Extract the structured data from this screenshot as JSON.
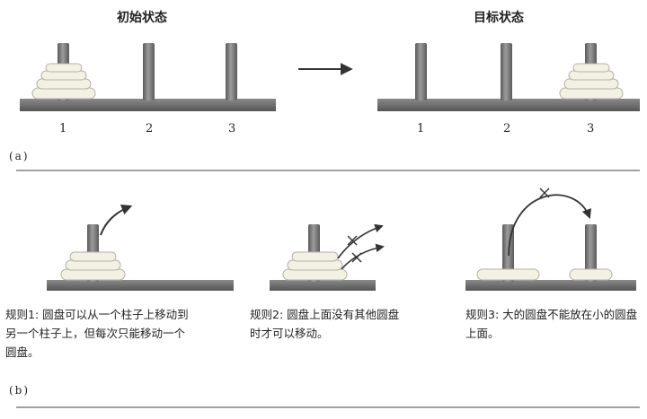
{
  "panel_a": {
    "initial_title": "初始状态",
    "target_title": "目标状态",
    "peg_numbers_left": [
      "1",
      "2",
      "3"
    ],
    "peg_numbers_right": [
      "1",
      "2",
      "3"
    ],
    "label": "(a)"
  },
  "panel_b": {
    "rules": [
      "规则1: 圆盘可以从一个柱子上移动到另一个柱子上，但每次只能移动一个圆盘。",
      "规则2: 圆盘上面没有其他圆盘时才可以移动。",
      "规则3: 大的圆盘不能放在小的圆盘上面。"
    ],
    "label": "(b)"
  },
  "colors": {
    "base": "#707070",
    "peg": "#7a7a7a",
    "disk": "#f3f0e4",
    "disk_edge": "#b5b2a6",
    "line": "#333333"
  }
}
